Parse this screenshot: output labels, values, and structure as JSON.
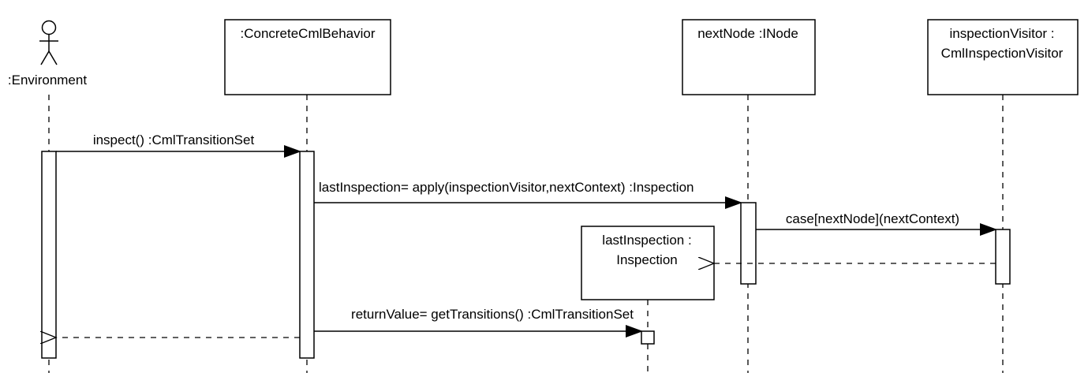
{
  "actors": [
    {
      "label": ":Environment"
    }
  ],
  "participants": [
    {
      "id": "behavior",
      "lines": [
        ":ConcreteCmlBehavior"
      ]
    },
    {
      "id": "node",
      "lines": [
        "nextNode :INode"
      ]
    },
    {
      "id": "visitor",
      "lines": [
        "inspectionVisitor :",
        "CmlInspectionVisitor"
      ]
    },
    {
      "id": "inspection",
      "lines": [
        "lastInspection :",
        "Inspection"
      ]
    }
  ],
  "messages": [
    {
      "from": "environment",
      "to": "behavior",
      "kind": "sync",
      "label": "inspect() :CmlTransitionSet"
    },
    {
      "from": "behavior",
      "to": "node",
      "kind": "sync",
      "label": "lastInspection= apply(inspectionVisitor,nextContext) :Inspection"
    },
    {
      "from": "node",
      "to": "visitor",
      "kind": "sync",
      "label": "case[nextNode](nextContext)"
    },
    {
      "from": "visitor",
      "to": "inspection",
      "kind": "create",
      "label": ""
    },
    {
      "from": "behavior",
      "to": "inspection",
      "kind": "sync",
      "label": "returnValue= getTransitions() :CmlTransitionSet"
    },
    {
      "from": "behavior",
      "to": "environment",
      "kind": "return",
      "label": ""
    }
  ]
}
